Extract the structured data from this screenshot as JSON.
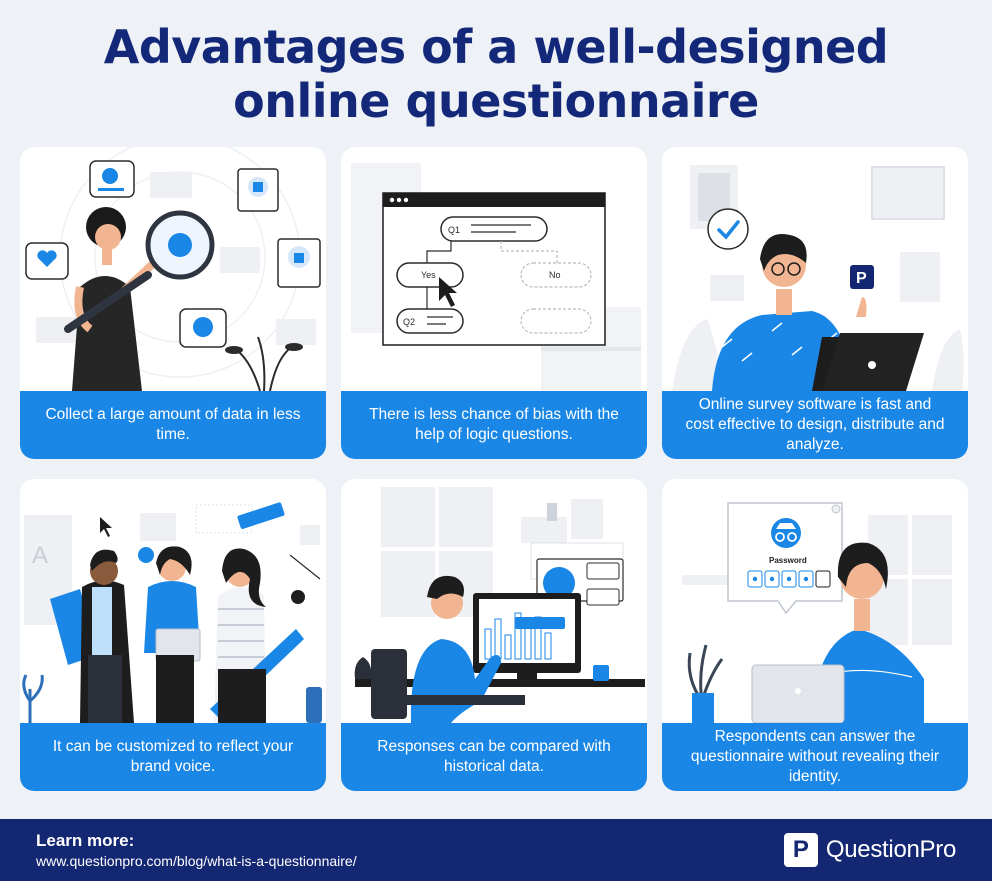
{
  "title": {
    "line1": "Advantages of a well-designed",
    "line2": "online questionnaire"
  },
  "cards": [
    {
      "caption": "Collect a large amount of data in less time.",
      "illustration": "woman-magnifier-feedback-icon"
    },
    {
      "caption": "There is less chance of bias with the help of logic questions.",
      "illustration": "logic-flow-window-icon"
    },
    {
      "caption": "Online survey software is fast and cost effective to design, distribute and analyze.",
      "illustration": "man-laptop-icon"
    },
    {
      "caption": "It can be customized to reflect your brand voice.",
      "illustration": "team-branding-icon"
    },
    {
      "caption": "Responses can be compared with historical data.",
      "illustration": "man-monitor-chart-icon"
    },
    {
      "caption": "Respondents can answer the questionnaire without revealing their identity.",
      "illustration": "woman-password-icon"
    }
  ],
  "logic_window": {
    "q1": "Q1",
    "yes": "Yes",
    "no": "No",
    "q2": "Q2"
  },
  "password_dialog": {
    "label": "Password"
  },
  "footer": {
    "learn_more_label": "Learn more:",
    "url": "www.questionpro.com/blog/what-is-a-questionnaire/",
    "brand_mark": "P",
    "brand_name": "QuestionPro"
  },
  "colors": {
    "background": "#eef1f6",
    "title": "#14287a",
    "caption_blue": "#1a87e6",
    "footer_navy": "#142773",
    "card": "#ffffff"
  }
}
